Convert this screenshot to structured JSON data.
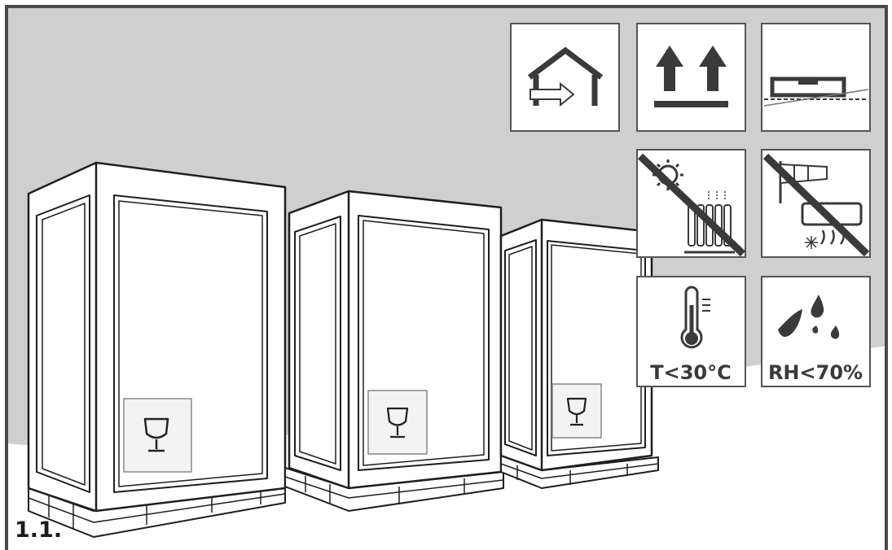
{
  "figure_label": "1.1.",
  "icons": {
    "temperature_text": "T<30°C",
    "humidity_text": "RH<70%"
  },
  "colors": {
    "wall": "#cfcfcf",
    "floor": "#ffffff",
    "frame": "#4a4a4a",
    "line": "#1e1e1e",
    "icon_border": "#555555",
    "icon_fill": "#3a3a3a"
  }
}
